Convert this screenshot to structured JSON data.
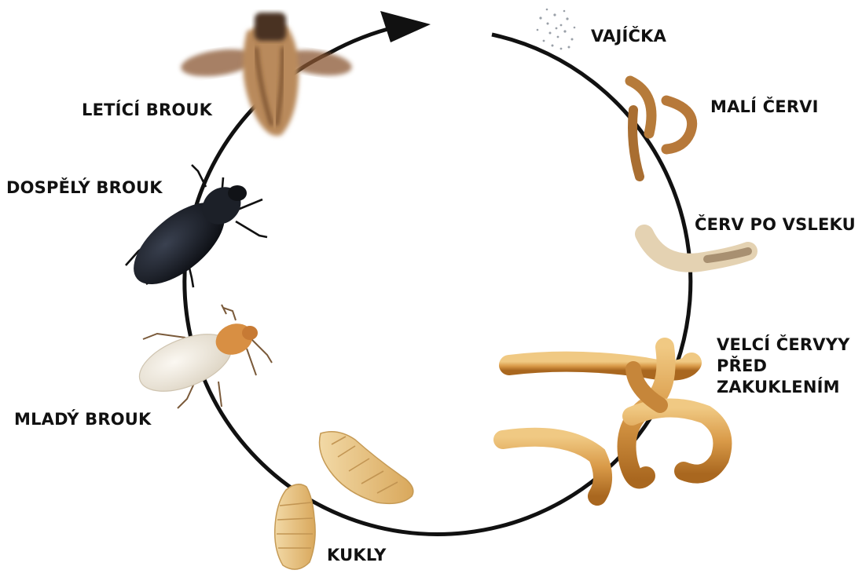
{
  "diagram": {
    "colors": {
      "cycle_line": "#111111",
      "larva_light": "#e8b96c",
      "larva_dark": "#b5742c",
      "pupa": "#eac88a",
      "young_beetle": "#efe9dc",
      "young_beetle_head": "#d99a55",
      "adult_beetle": "#15181f",
      "molted_larva": "#efe3cc",
      "flying_beetle": "#7a4a27"
    },
    "labels": {
      "eggs": "VAJÍČKA",
      "small_worms": "MALÍ ČERVI",
      "molted_worm": "ČERV PO VSLEKU",
      "large_worms": [
        "VELCÍ ČERVYY",
        "PŘED",
        "ZAKUKLENÍM"
      ],
      "pupae": "KUKLY",
      "young_beetle": "MLADÝ BROUK",
      "adult_beetle": "DOSPĚLÝ BROUK",
      "flying_beetle": "LETÍCÍ BROUK"
    },
    "icons": [
      "eggs-icon",
      "small-larva-icon",
      "molted-larva-icon",
      "large-larva-icon",
      "pupa-icon",
      "young-beetle-icon",
      "adult-beetle-icon",
      "flying-beetle-icon",
      "cycle-arrow-icon"
    ]
  }
}
